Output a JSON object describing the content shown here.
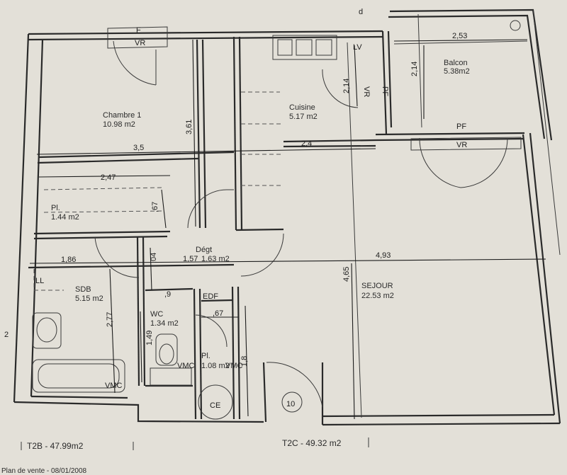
{
  "rooms": {
    "chambre": {
      "name": "Chambre 1",
      "area": "10.98 m2"
    },
    "cuisine": {
      "name": "Cuisine",
      "area": "5.17 m2"
    },
    "balcon": {
      "name": "Balcon",
      "area": "5.38m2"
    },
    "pl1": {
      "name": "Pl.",
      "area": "1.44 m2"
    },
    "degt": {
      "name": "Dégt",
      "area": "1.63 m2"
    },
    "sdb": {
      "name": "SDB",
      "area": "5.15 m2"
    },
    "wc": {
      "name": "WC",
      "area": "1.34 m2"
    },
    "pl2": {
      "name": "Pl.",
      "area": "1.08 m2"
    },
    "sejour": {
      "name": "SEJOUR",
      "area": "22.53 m2"
    }
  },
  "dimensions": {
    "d_3_5": "3,5",
    "d_2_4": "2,4",
    "d_2_53": "2,53",
    "d_2_14a": "2,14",
    "d_2_14b": "2,14",
    "d_3_61": "3,61",
    "d_2_47": "2,47",
    "d_067a": ",67",
    "d_1_86": "1,86",
    "d_04": ",04",
    "d_1_57": "1,57",
    "d_4_93": "4,93",
    "d_4_65": "4,65",
    "d_2_77": "2,77",
    "d_09": ",9",
    "d_067b": ",67",
    "d_1_49": "1,49",
    "d_1_8": "1,8"
  },
  "fixtures": {
    "f": "F",
    "vr1": "VR",
    "lv": "LV",
    "vr2": "VR",
    "pf1": "PF",
    "pf2": "PF",
    "vr3": "VR",
    "edf": "EDF",
    "ce": "CE",
    "ll": "LL",
    "vmc1": "VMC",
    "vmc2": "VMC",
    "vmc3": "VMC",
    "unit_number": "10",
    "left_mark": "2",
    "d_mark": "d"
  },
  "footer": {
    "t2b": "T2B  -  47.99m2",
    "t2c": "T2C   -  49.32   m2",
    "caption": "Plan de vente - 08/01/2008"
  }
}
